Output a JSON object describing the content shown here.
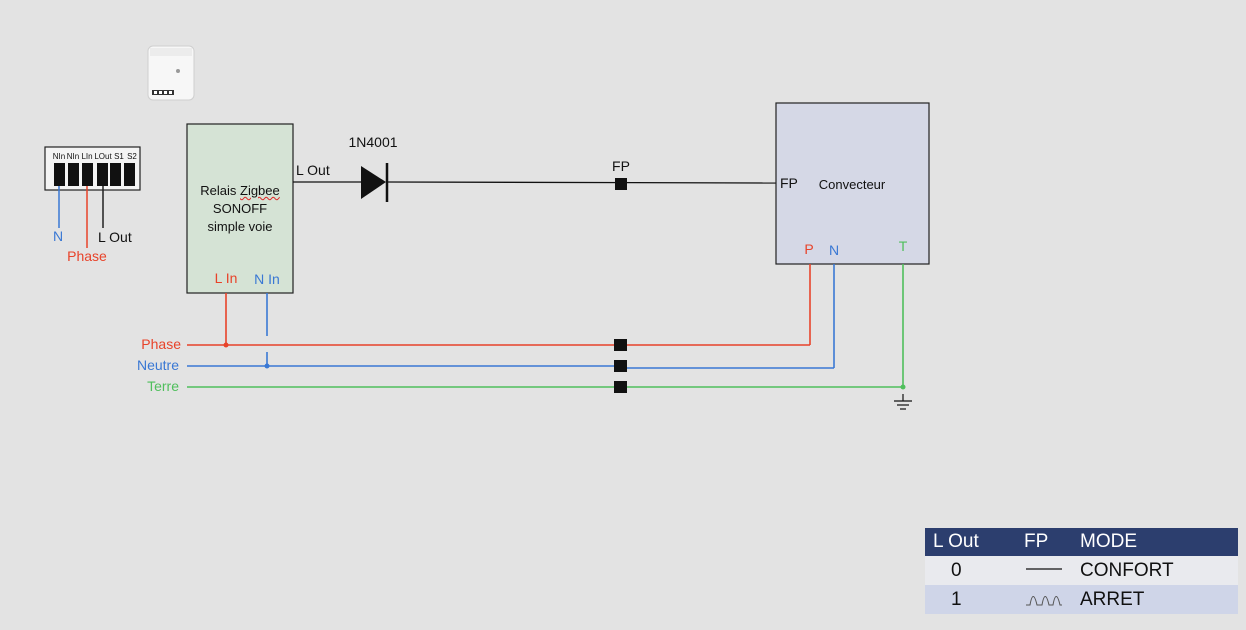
{
  "terminal_block": {
    "labels": [
      "NIn",
      "NIn",
      "LIn",
      "LOut",
      "S1",
      "S2"
    ],
    "wire_n": "N",
    "wire_phase": "Phase",
    "wire_lout": "L Out"
  },
  "relay": {
    "title_line1": "Relais",
    "title_word2": "Zigbee",
    "title_line2": "SONOFF",
    "title_line3": "simple voie",
    "l_in": "L In",
    "n_in": "N In",
    "l_out": "L Out"
  },
  "diode": {
    "label": "1N4001"
  },
  "fp_junction": {
    "label": "FP"
  },
  "convector": {
    "title": "Convecteur",
    "fp_label": "FP",
    "p_label": "P",
    "n_label": "N",
    "t_label": "T"
  },
  "bus": {
    "phase": "Phase",
    "neutre": "Neutre",
    "terre": "Terre"
  },
  "colors": {
    "phase": "#e8432a",
    "neutral": "#3a78d4",
    "earth": "#4fbf5c",
    "signal": "#111111",
    "relay_fill": "#d5e3d5",
    "convector_fill": "#d5d8e6",
    "table_header": "#2c3e6e"
  },
  "mode_table": {
    "headers": [
      "L Out",
      "FP",
      "MODE"
    ],
    "rows": [
      {
        "lout": "0",
        "fp_icon": "flat-line-icon",
        "mode": "CONFORT"
      },
      {
        "lout": "1",
        "fp_icon": "half-wave-pulse-icon",
        "mode": "ARRET"
      }
    ]
  }
}
